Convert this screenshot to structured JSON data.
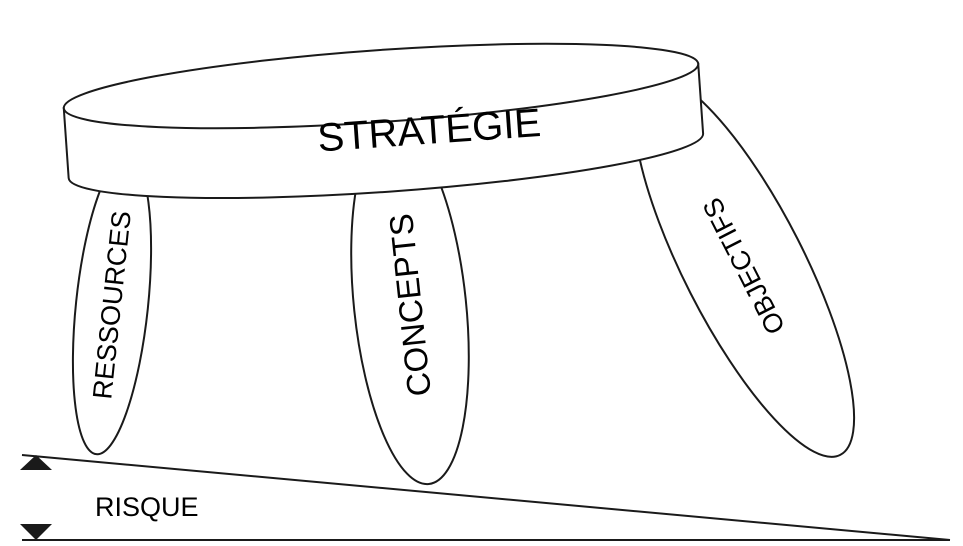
{
  "diagram": {
    "top_label": "STRATÉGIE",
    "legs": [
      {
        "label": "RESSOURCES"
      },
      {
        "label": "CONCEPTS"
      },
      {
        "label": "OBJECTIFS"
      }
    ],
    "risk_label": "RISQUE"
  },
  "colors": {
    "stroke": "#1a1a1a",
    "fill": "#ffffff",
    "text": "#000000"
  }
}
